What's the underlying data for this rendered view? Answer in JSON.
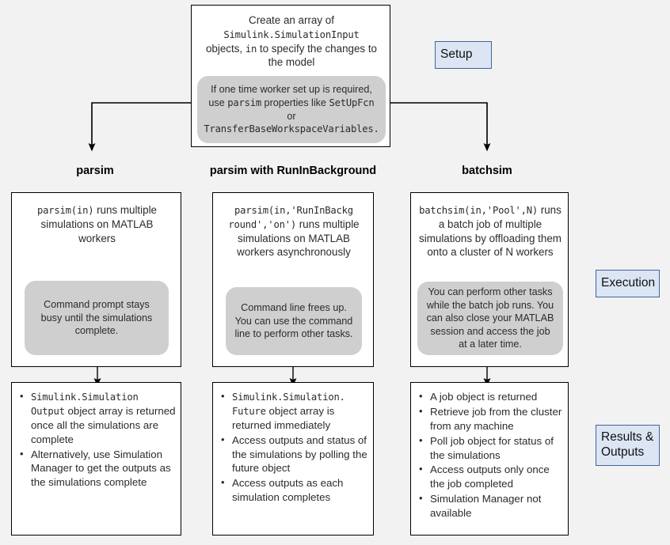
{
  "diagram": {
    "title_setup_box": {
      "line1": "Create an array of",
      "code1": "Simulink.SimulationInput",
      "line2_pre": "objects, ",
      "code2": "in",
      "line2_post": " to specify the changes to",
      "line3": "the model"
    },
    "setup_note": {
      "line1": "If one time worker set up is required,",
      "line2_pre": "use ",
      "line2_code": "parsim",
      "line2_mid": " properties like ",
      "line2_code2": "SetUpFcn",
      "line3": "or",
      "line4_code": "TransferBaseWorkspaceVariables."
    },
    "stage_labels": {
      "setup": "Setup",
      "execution": "Execution",
      "results_line1": "Results &",
      "results_line2": "Outputs"
    },
    "columns": [
      {
        "title": "parsim",
        "execution": {
          "code": "parsim(in)",
          "text": " runs multiple simulations on MATLAB workers",
          "note": "Command prompt stays busy until the simulations complete."
        },
        "results": [
          {
            "code": "Simulink.Simulation Output",
            "text": " object array is returned once all the simulations are complete"
          },
          {
            "code": "",
            "text": "Alternatively, use Simulation Manager to get the outputs as the simulations complete"
          }
        ]
      },
      {
        "title": "parsim with RunInBackground",
        "execution": {
          "code": "parsim(in,'RunInBackg round','on')",
          "text": " runs multiple simulations on MATLAB workers asynchronously",
          "note": "Command line frees up. You can use the command line to perform other tasks."
        },
        "results": [
          {
            "code": "Simulink.Simulation. Future",
            "text": " object array is returned immediately"
          },
          {
            "code": "",
            "text": "Access outputs and status of the simulations by polling the future object"
          },
          {
            "code": "",
            "text": "Access outputs as each simulation completes"
          }
        ]
      },
      {
        "title": "batchsim",
        "execution": {
          "code": "batchsim(in,'Pool',N)",
          "text": " runs a batch job of multiple simulations by offloading them onto a cluster of N workers",
          "note": "You can perform other tasks while the batch job runs. You can also close your MATLAB session and access the job at a later time."
        },
        "results": [
          {
            "code": "",
            "text": "A job object is returned"
          },
          {
            "code": "",
            "text": "Retrieve job from the cluster from any machine"
          },
          {
            "code": "",
            "text": "Poll job object for status of the simulations"
          },
          {
            "code": "",
            "text": "Access outputs only once the job completed"
          },
          {
            "code": "",
            "text": "Simulation Manager not available"
          }
        ]
      }
    ],
    "colors": {
      "background": "#f2f2f2",
      "box_fill": "#ffffff",
      "box_border": "#000000",
      "note_fill": "#cfcfcf",
      "label_fill": "#dbe5f3",
      "label_border": "#3f6699",
      "connector": "#000000"
    }
  }
}
